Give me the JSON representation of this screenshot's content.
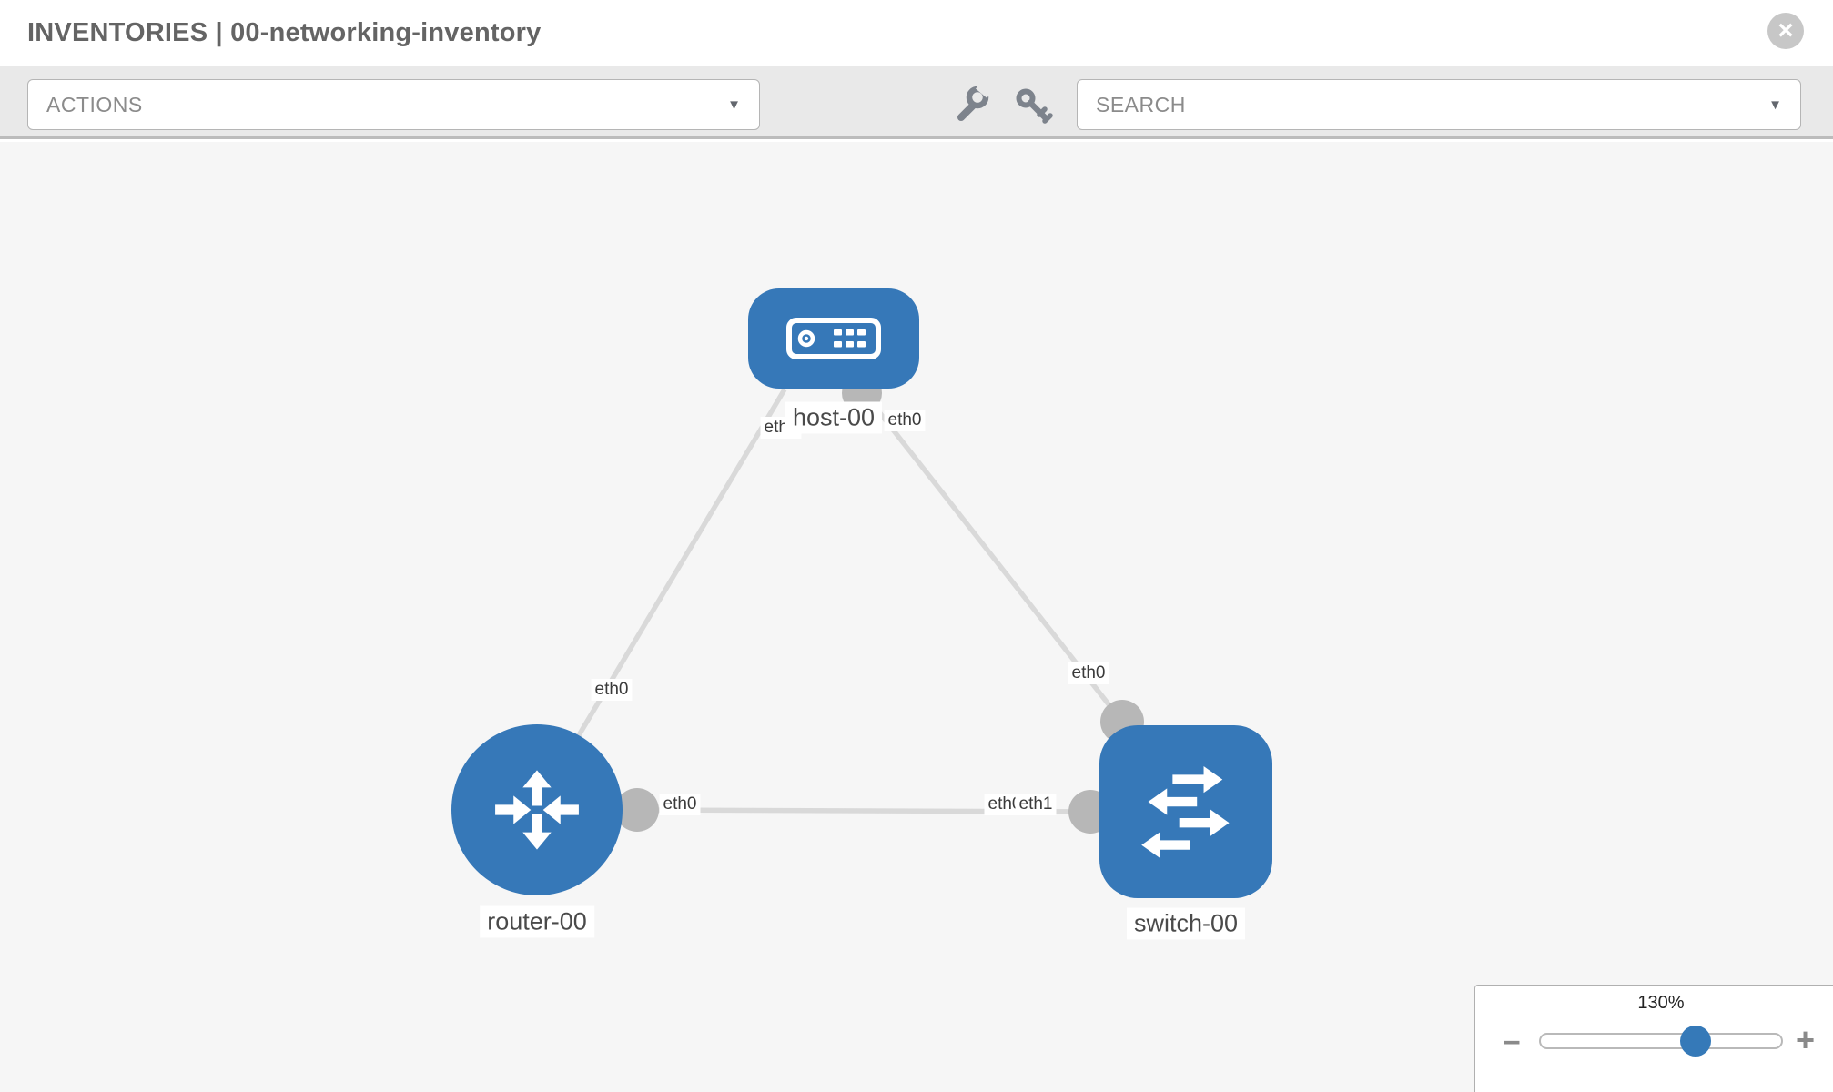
{
  "header": {
    "title": "INVENTORIES | 00-networking-inventory",
    "close_icon": "×"
  },
  "toolbar": {
    "actions_label": "ACTIONS",
    "search_label": "SEARCH",
    "caret_icon": "▼"
  },
  "zoom_control": {
    "level": "130%",
    "minus_icon": "−",
    "plus_icon": "+"
  },
  "topology": {
    "nodes": [
      {
        "name": "host-00",
        "type": "host"
      },
      {
        "name": "router-00",
        "type": "router"
      },
      {
        "name": "switch-00",
        "type": "switch"
      }
    ],
    "links": [
      {
        "source": "router-00",
        "source_interface": "eth0",
        "target": "host-00",
        "target_interface": "eth0"
      },
      {
        "source": "switch-00",
        "source_interface": "eth0",
        "target": "host-00",
        "target_interface": "eth0"
      },
      {
        "source": "router-00",
        "source_interface": "eth0",
        "target": "switch-00",
        "target_interface": "eth1"
      }
    ],
    "interface_labels": [
      {
        "text": "eth0"
      },
      {
        "text": "eth0"
      },
      {
        "text": "eth0"
      },
      {
        "text": "eth0"
      },
      {
        "text": "eth0"
      },
      {
        "text": "eth1"
      },
      {
        "text": "eth0"
      }
    ]
  }
}
